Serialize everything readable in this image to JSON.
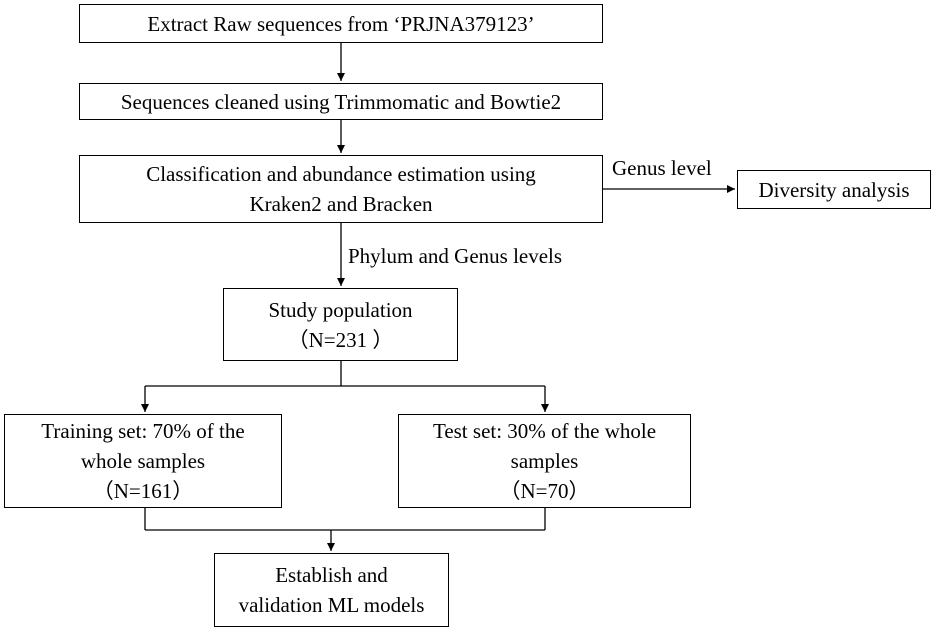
{
  "boxes": {
    "extract": {
      "line1": "Extract Raw sequences from ‘PRJNA379123’"
    },
    "clean": {
      "line1": "Sequences cleaned using Trimmomatic  and Bowtie2"
    },
    "classify": {
      "line1": "Classification and abundance estimation using",
      "line2": "Kraken2 and Bracken"
    },
    "diversity": {
      "line1": "Diversity analysis"
    },
    "population": {
      "line1": "Study population",
      "line2": "（N=231 ）"
    },
    "training": {
      "line1": "Training set: 70% of the",
      "line2": "whole samples",
      "line3": "（N=161）"
    },
    "test": {
      "line1": "Test set: 30% of the whole",
      "line2": "samples",
      "line3": "（N=70）"
    },
    "models": {
      "line1": "Establish and",
      "line2": "validation ML models"
    }
  },
  "edge_labels": {
    "genus_level": "Genus level",
    "phylum_genus_levels": "Phylum and Genus levels"
  }
}
